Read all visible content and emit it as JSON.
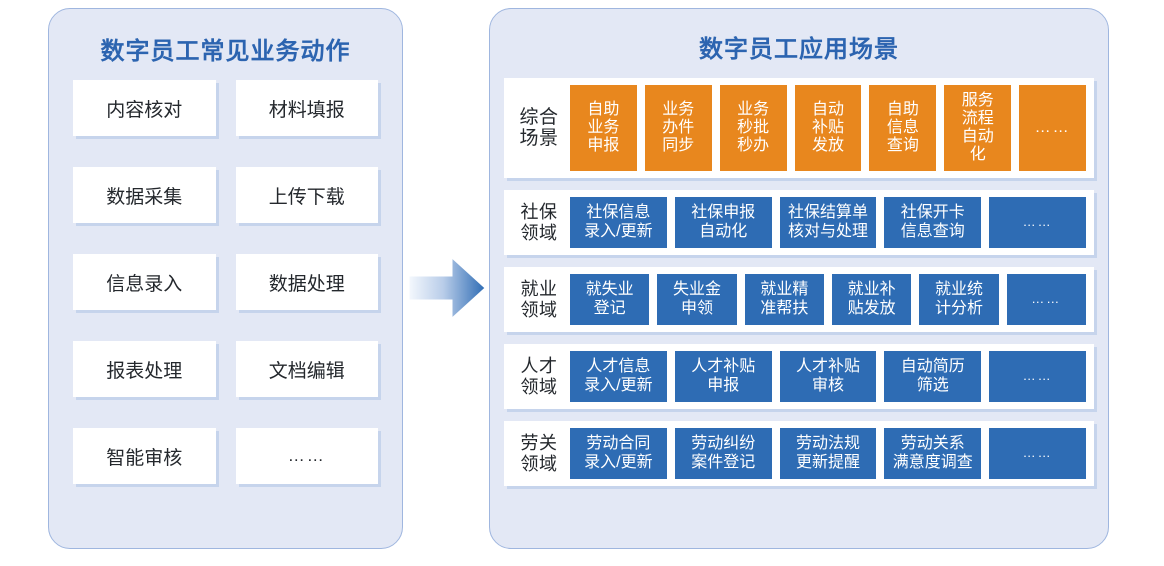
{
  "left": {
    "title": "数字员工常见业务动作",
    "actions": [
      {
        "label": "内容核对",
        "dots": false
      },
      {
        "label": "材料填报",
        "dots": false
      },
      {
        "label": "数据采集",
        "dots": false
      },
      {
        "label": "上传下载",
        "dots": false
      },
      {
        "label": "信息录入",
        "dots": false
      },
      {
        "label": "数据处理",
        "dots": false
      },
      {
        "label": "报表处理",
        "dots": false
      },
      {
        "label": "文档编辑",
        "dots": false
      },
      {
        "label": "智能审核",
        "dots": false
      },
      {
        "label": "……",
        "dots": true
      }
    ]
  },
  "arrow": {
    "name": "right-arrow",
    "from_color": "#eef3fb",
    "to_color": "#2e6cb4"
  },
  "right": {
    "title": "数字员工应用场景",
    "rows": [
      {
        "label": "综合\n场景",
        "color": "#e8871e",
        "chips": [
          {
            "label": "自助\n业务\n申报",
            "dots": false
          },
          {
            "label": "业务\n办件\n同步",
            "dots": false
          },
          {
            "label": "业务\n秒批\n秒办",
            "dots": false
          },
          {
            "label": "自动\n补贴\n发放",
            "dots": false
          },
          {
            "label": "自助\n信息\n查询",
            "dots": false
          },
          {
            "label": "服务\n流程\n自动\n化",
            "dots": false
          },
          {
            "label": "……",
            "dots": true
          }
        ]
      },
      {
        "label": "社保\n领域",
        "color": "#2e6cb4",
        "chips": [
          {
            "label": "社保信息\n录入/更新",
            "dots": false
          },
          {
            "label": "社保申报\n自动化",
            "dots": false
          },
          {
            "label": "社保结算单\n核对与处理",
            "dots": false
          },
          {
            "label": "社保开卡\n信息查询",
            "dots": false
          },
          {
            "label": "……",
            "dots": true
          }
        ]
      },
      {
        "label": "就业\n领域",
        "color": "#2e6cb4",
        "chips": [
          {
            "label": "就失业\n登记",
            "dots": false
          },
          {
            "label": "失业金\n申领",
            "dots": false
          },
          {
            "label": "就业精\n准帮扶",
            "dots": false
          },
          {
            "label": "就业补\n贴发放",
            "dots": false
          },
          {
            "label": "就业统\n计分析",
            "dots": false
          },
          {
            "label": "……",
            "dots": true
          }
        ]
      },
      {
        "label": "人才\n领域",
        "color": "#2e6cb4",
        "chips": [
          {
            "label": "人才信息\n录入/更新",
            "dots": false
          },
          {
            "label": "人才补贴\n申报",
            "dots": false
          },
          {
            "label": "人才补贴\n审核",
            "dots": false
          },
          {
            "label": "自动简历\n筛选",
            "dots": false
          },
          {
            "label": "……",
            "dots": true
          }
        ]
      },
      {
        "label": "劳关\n领域",
        "color": "#2e6cb4",
        "chips": [
          {
            "label": "劳动合同\n录入/更新",
            "dots": false
          },
          {
            "label": "劳动纠纷\n案件登记",
            "dots": false
          },
          {
            "label": "劳动法规\n更新提醒",
            "dots": false
          },
          {
            "label": "劳动关系\n满意度调查",
            "dots": false
          },
          {
            "label": "……",
            "dots": true
          }
        ]
      }
    ]
  }
}
